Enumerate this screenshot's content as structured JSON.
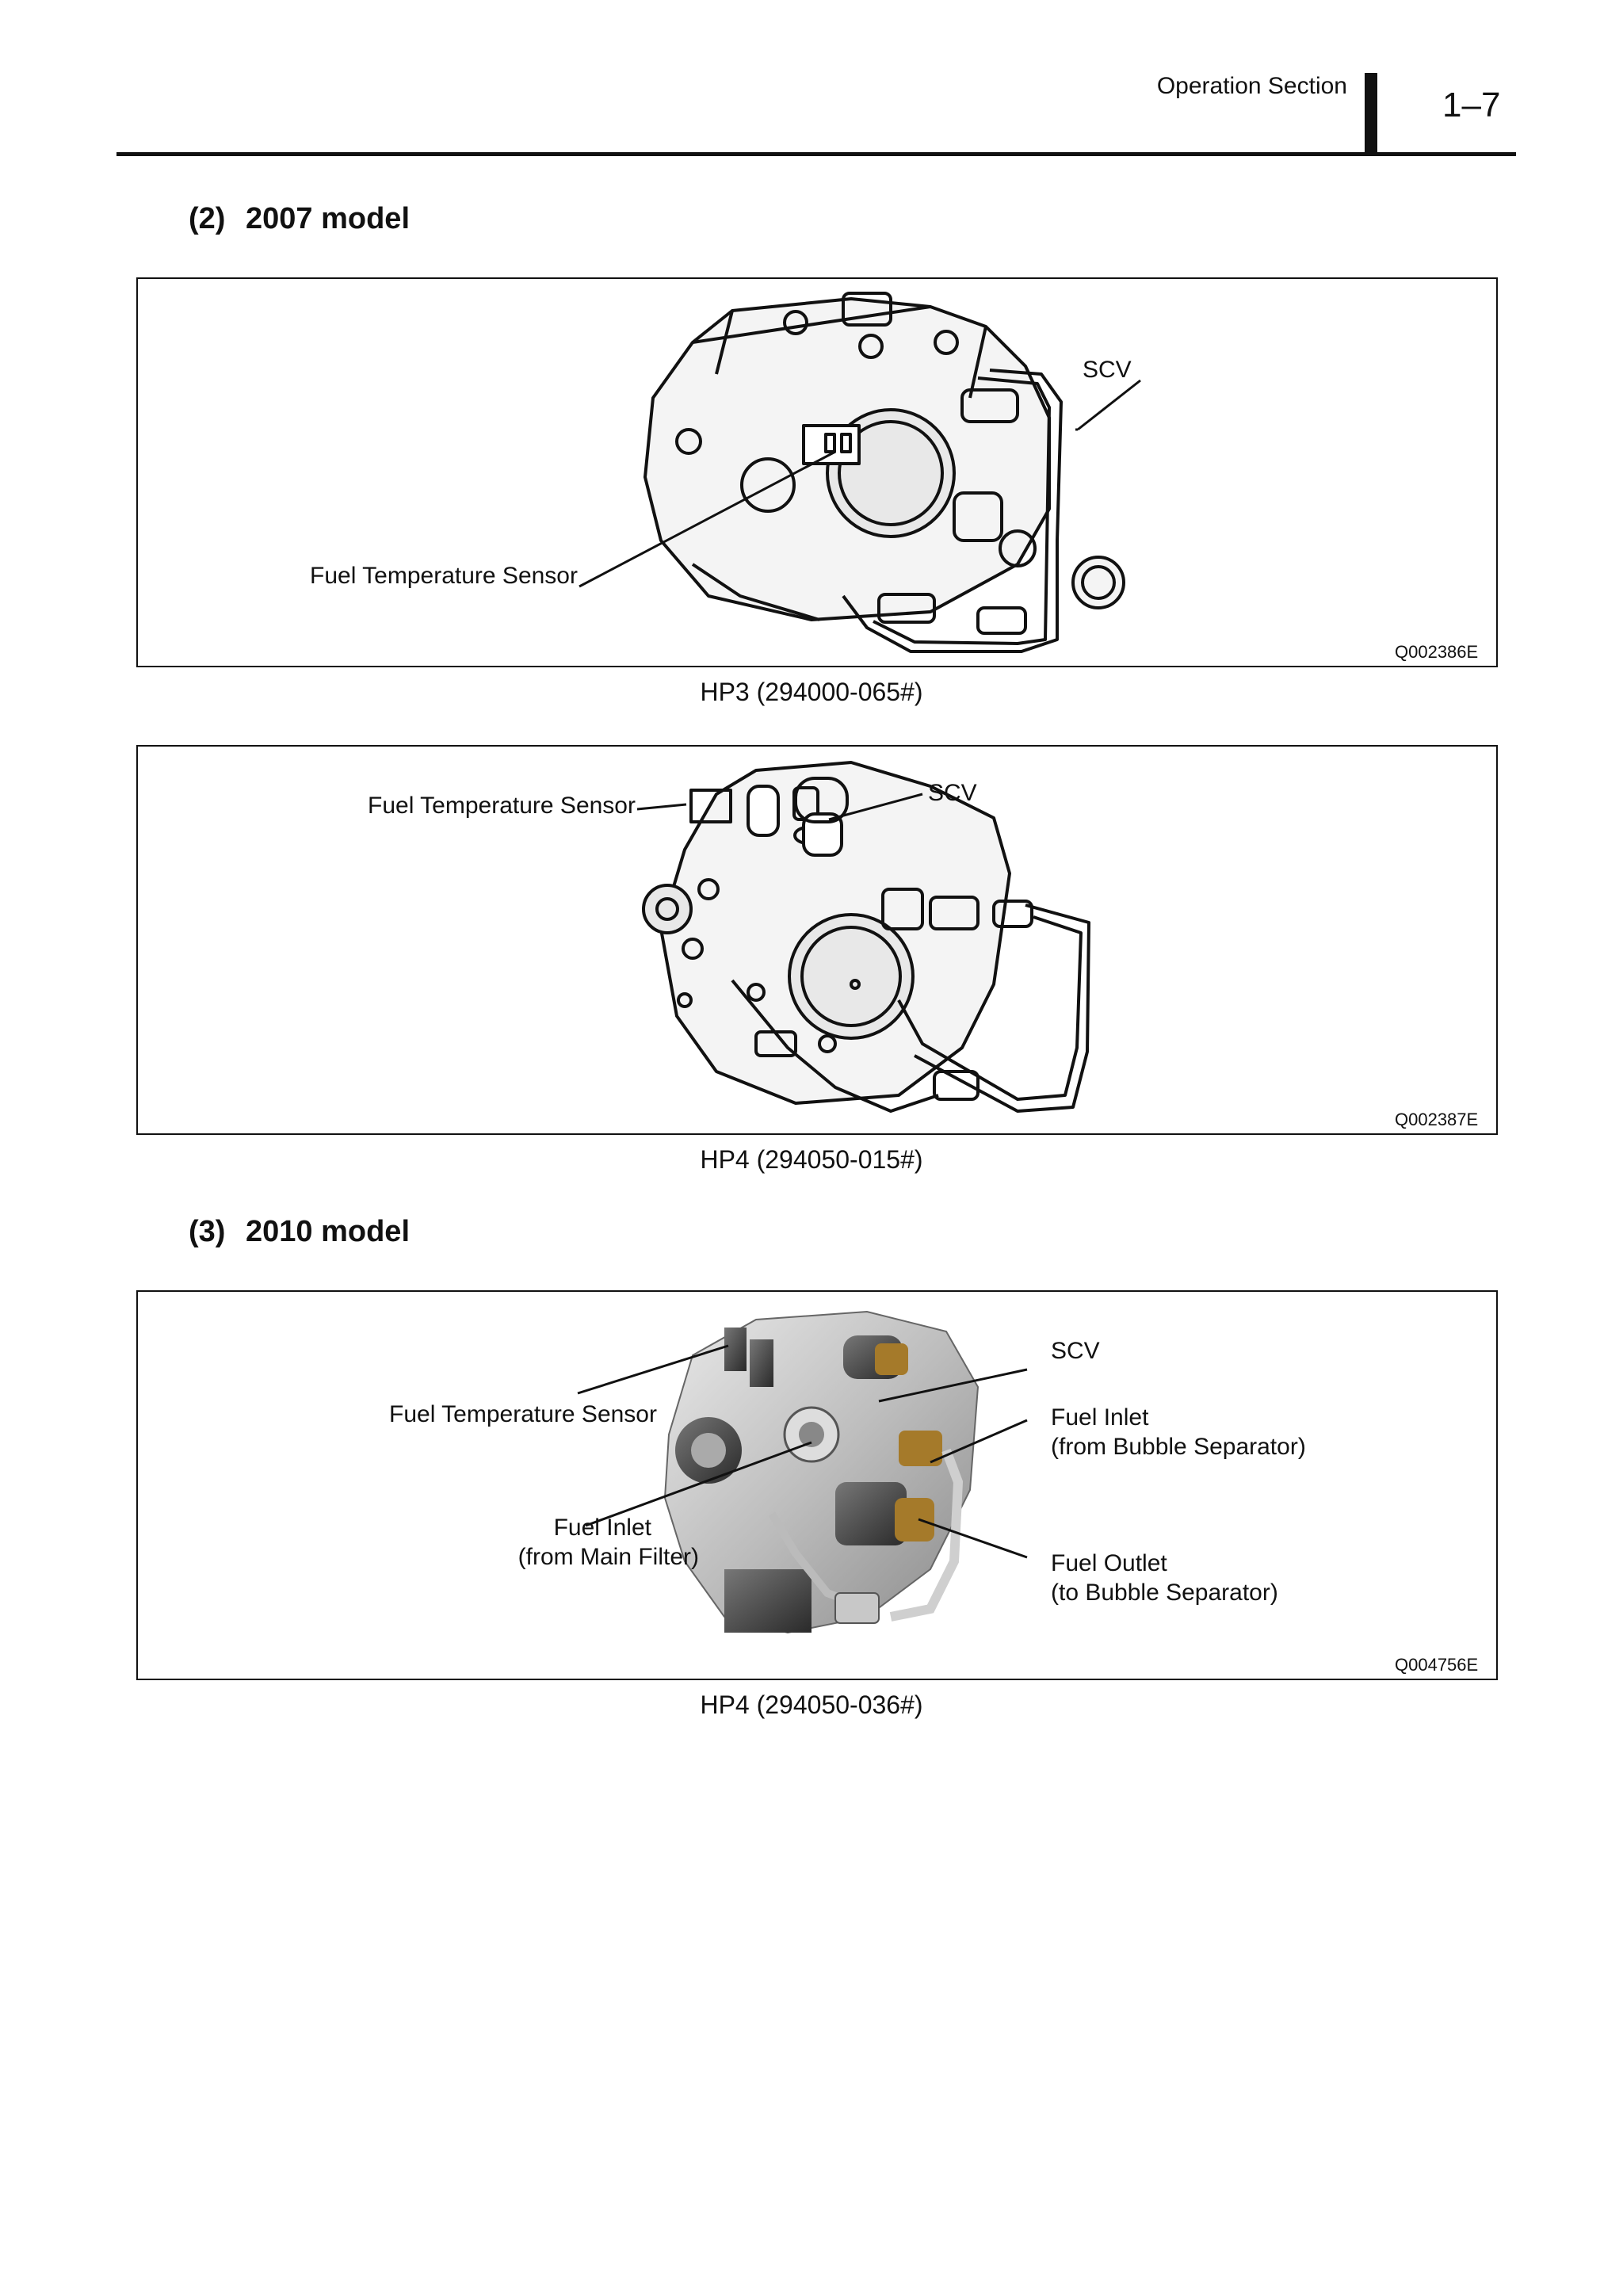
{
  "header": {
    "section": "Operation Section",
    "page_number": "1–7"
  },
  "sections": [
    {
      "number": "(2)",
      "title": "2007 model",
      "figures": [
        {
          "labels": {
            "scv": "SCV",
            "fuel_temp_sensor": "Fuel Temperature Sensor"
          },
          "code": "Q002386E",
          "caption": "HP3 (294000-065#)"
        },
        {
          "labels": {
            "scv": "SCV",
            "fuel_temp_sensor": "Fuel Temperature Sensor"
          },
          "code": "Q002387E",
          "caption": "HP4 (294050-015#)"
        }
      ]
    },
    {
      "number": "(3)",
      "title": "2010 model",
      "figures": [
        {
          "labels": {
            "scv": "SCV",
            "fuel_inlet_bubble_l1": "Fuel Inlet",
            "fuel_inlet_bubble_l2": "(from Bubble Separator)",
            "fuel_outlet_l1": "Fuel Outlet",
            "fuel_outlet_l2": "(to Bubble Separator)",
            "fuel_temp_sensor": "Fuel Temperature Sensor",
            "fuel_inlet_main_l1": "Fuel Inlet",
            "fuel_inlet_main_l2": "(from Main Filter)"
          },
          "code": "Q004756E",
          "caption": "HP4 (294050-036#)"
        }
      ]
    }
  ]
}
